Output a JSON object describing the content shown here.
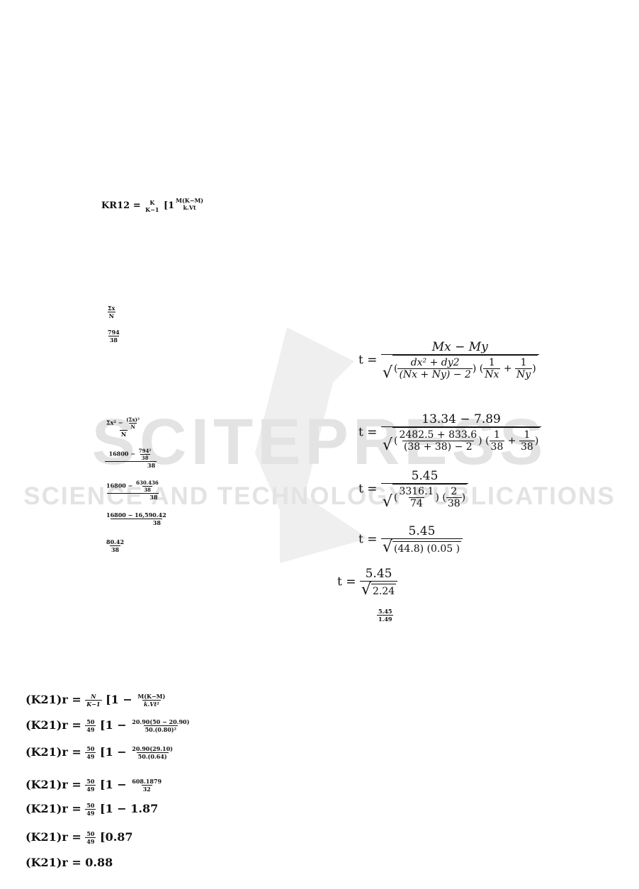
{
  "watermark": {
    "brand": "SCITEPRESS",
    "tagline": "SCIENCE AND TECHNOLOGY PUBLICATIONS",
    "color": "#e3e3e3"
  },
  "kr12": {
    "lhs": "KR12",
    "eq": "=",
    "k": "K",
    "km1": "K−1",
    "bracket": "[1",
    "sup_num": "M(K−M)",
    "sup_den": "k.Vt"
  },
  "mean": {
    "sum_num": "Σx",
    "sum_den": "N",
    "val_num": "794",
    "val_den": "38"
  },
  "variance": {
    "f1_num_a": "Σx² −",
    "f1_inner_num": "(Σx)²",
    "f1_inner_den": "N",
    "f1_den": "N",
    "f2_num_a": "16800 −",
    "f2_inner_num": "794²",
    "f2_inner_den": "38",
    "f2_den": "38",
    "f3_num_a": "16800 −",
    "f3_inner_num": "630.436",
    "f3_inner_den": "38",
    "f3_den": "38",
    "f4_num": "16800 − 16,590.42",
    "f4_den": "38",
    "f5_num": "80.42",
    "f5_den": "38"
  },
  "t_test": {
    "t": "t =",
    "l1_num": "Mx − My",
    "l1_a_num": "dx² + dy2",
    "l1_a_den": "(Nx + Ny) − 2",
    "l1_b1": "1",
    "l1_b1d": "Nx",
    "l1_b2": "1",
    "l1_b2d": "Ny",
    "l2_num": "13.34 − 7.89",
    "l2_a_num": "2482.5 + 833.6",
    "l2_a_den": "(38 + 38) − 2",
    "l2_b1": "1",
    "l2_b1d": "38",
    "l2_b2": "1",
    "l2_b2d": "38",
    "l3_num": "5.45",
    "l3_a_num": "3316.1",
    "l3_a_den": "74",
    "l3_b_num": "2",
    "l3_b_den": "38",
    "l4_num": "5.45",
    "l4_rad": "(44.8) (0.05  )",
    "l5_num": "5.45",
    "l5_rad": "2.24",
    "l6_num": "5.45",
    "l6_den": "1.49"
  },
  "k21": {
    "lhs": "(K21)r =",
    "l1_a": "N",
    "l1_ad": "K−1",
    "l1_br": "[1 −",
    "l1_f": "M(K−M)",
    "l1_fd": "k.Vt²",
    "l2_a": "50",
    "l2_ad": "49",
    "l2_br": "[1 −",
    "l2_f": "20.90(50 − 20.90)",
    "l2_fd": "50.(0.80)²",
    "l3_a": "50",
    "l3_ad": "49",
    "l3_br": "[1 −",
    "l3_f": "20.90(29.10)",
    "l3_fd": "50.(0.64)",
    "l4_a": "50",
    "l4_ad": "49",
    "l4_br": "[1 −",
    "l4_f": "608.1879",
    "l4_fd": "32",
    "l5_a": "50",
    "l5_ad": "49",
    "l5_tail": "[1 − 1.87",
    "l6_a": "50",
    "l6_ad": "49",
    "l6_tail": "[0.87",
    "l7": "(K21)r = 0.88"
  }
}
